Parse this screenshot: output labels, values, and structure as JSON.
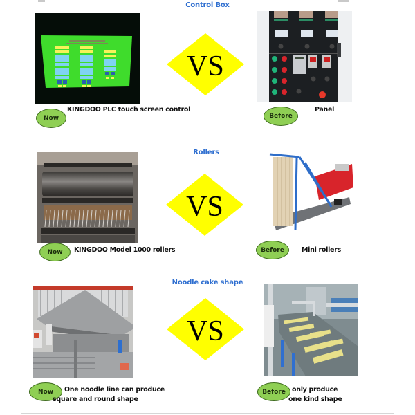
{
  "colors": {
    "title_blue": "#2f6fd0",
    "vs_yellow": "#ffff00",
    "oval_green": "#8fcf54",
    "oval_border": "#3f6d1e",
    "plc_screen_green": "#3fdc2c"
  },
  "icons": {
    "vs": "vs-diamond-icon"
  },
  "sections": [
    {
      "title": "Control Box",
      "vs_text": "VS",
      "now": {
        "badge": "Now",
        "caption_lines": [
          "KINGDOO PLC touch screen control"
        ],
        "image_alt": "PLC touch screen with green display"
      },
      "before": {
        "badge": "Before",
        "caption_lines": [
          "Panel"
        ],
        "image_alt": "Control panel with meters, knobs and buttons"
      }
    },
    {
      "title": "Rollers",
      "vs_text": "VS",
      "now": {
        "badge": "Now",
        "caption_lines": [
          "KINGDOO Model 1000 rollers"
        ],
        "image_alt": "Large steel roller machine"
      },
      "before": {
        "badge": "Before",
        "caption_lines": [
          "Mini rollers"
        ],
        "image_alt": "Small roller machine with blue frame"
      }
    },
    {
      "title": "Noodle cake shape",
      "vs_text": "VS",
      "now": {
        "badge": "Now",
        "caption_lines": [
          "One noodle line can produce",
          "square and round shape"
        ],
        "image_alt": "Stainless steel noodle line"
      },
      "before": {
        "badge": "Before",
        "caption_lines": [
          "only produce",
          "one kind shape"
        ],
        "image_alt": "Conveyor producing noodle cakes"
      }
    }
  ]
}
